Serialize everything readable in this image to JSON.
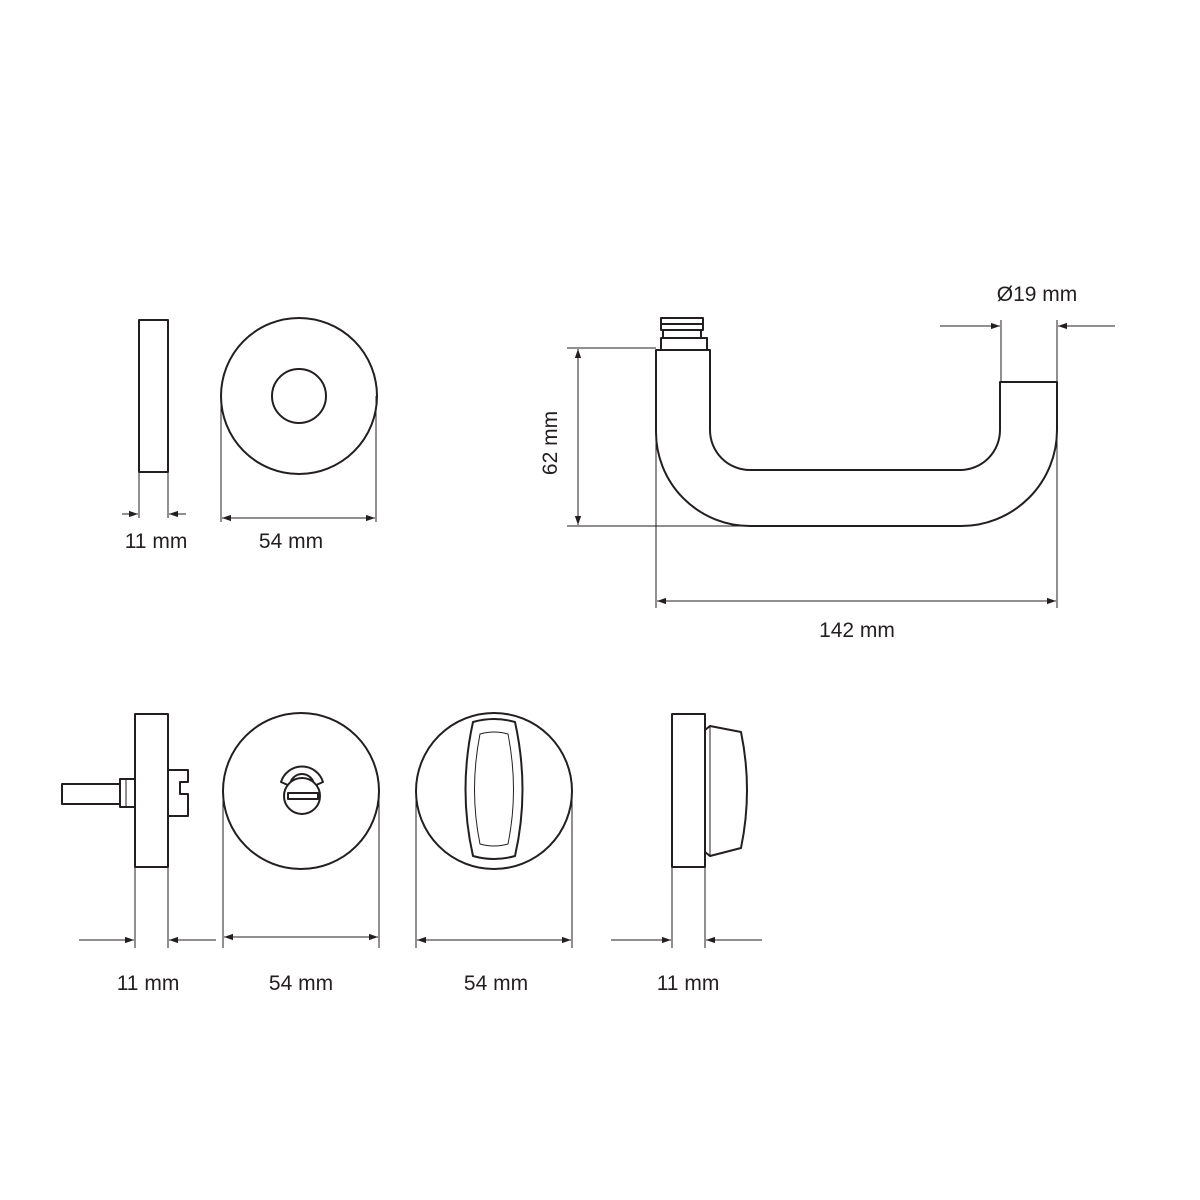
{
  "dimensions": {
    "rosette_thickness": "11 mm",
    "rosette_diameter": "54 mm",
    "lever_height": "62 mm",
    "lever_length": "142 mm",
    "lever_bar_diameter": "Ø19 mm",
    "wc_spindle_thickness": "11 mm",
    "wc_indicator_diameter": "54 mm",
    "wc_turn_diameter": "54 mm",
    "wc_turn_thickness": "11 mm"
  }
}
